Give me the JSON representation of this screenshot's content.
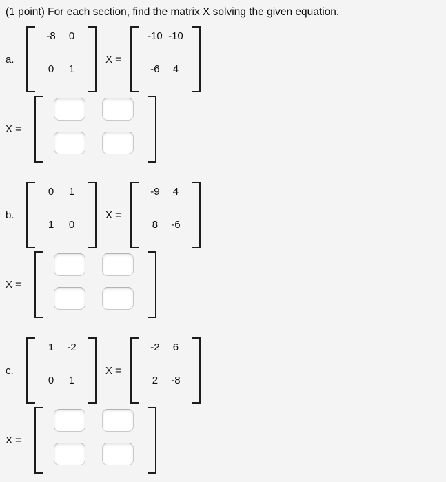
{
  "title": "(1 point) For each section, find the matrix X solving the given equation.",
  "x_equals_label": "X =",
  "colors": {
    "background": "#f4f4f4",
    "text": "#0d0d0d",
    "bracket": "#1c1c1c",
    "input_background": "#ffffff",
    "input_border": "#c9c9c9"
  },
  "sections": [
    {
      "label": "a.",
      "given_matrix": [
        [
          "-8",
          "0"
        ],
        [
          "0",
          "1"
        ]
      ],
      "result_matrix": [
        [
          "-10",
          "-10"
        ],
        [
          "-6",
          "4"
        ]
      ],
      "answers": [
        [
          "",
          ""
        ],
        [
          "",
          ""
        ]
      ]
    },
    {
      "label": "b.",
      "given_matrix": [
        [
          "0",
          "1"
        ],
        [
          "1",
          "0"
        ]
      ],
      "result_matrix": [
        [
          "-9",
          "4"
        ],
        [
          "8",
          "-6"
        ]
      ],
      "answers": [
        [
          "",
          ""
        ],
        [
          "",
          ""
        ]
      ]
    },
    {
      "label": "c.",
      "given_matrix": [
        [
          "1",
          "-2"
        ],
        [
          "0",
          "1"
        ]
      ],
      "result_matrix": [
        [
          "-2",
          "6"
        ],
        [
          "2",
          "-8"
        ]
      ],
      "answers": [
        [
          "",
          ""
        ],
        [
          "",
          ""
        ]
      ]
    }
  ]
}
